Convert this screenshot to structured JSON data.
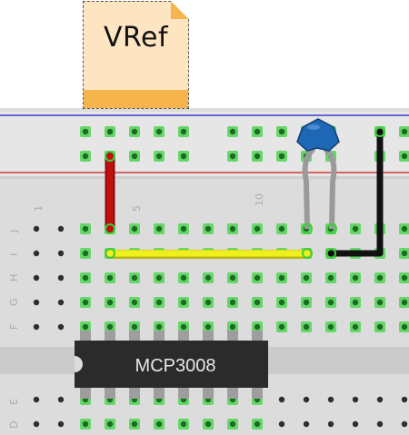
{
  "note": {
    "label": "VRef"
  },
  "chip": {
    "label": "MCP3008"
  },
  "breadboard": {
    "column_numbers": [
      "1",
      "5",
      "10"
    ],
    "row_letters_top": [
      "J",
      "I",
      "H",
      "G",
      "F"
    ],
    "row_letters_bottom": [
      "E",
      "D"
    ]
  },
  "colors": {
    "board": "#dcdcdc",
    "rail_blue": "#1a1acc",
    "rail_red": "#cc1a1a",
    "hole_active": "#67d669",
    "wire_red": "#c40f0f",
    "wire_yellow": "#f0ef1e",
    "wire_black": "#111111",
    "wire_gray": "#9a9a9a",
    "capacitor": "#1e67b4",
    "chip_body": "#2b2b2b",
    "note_bg": "#fde5c2",
    "note_accent": "#f6b54c"
  }
}
